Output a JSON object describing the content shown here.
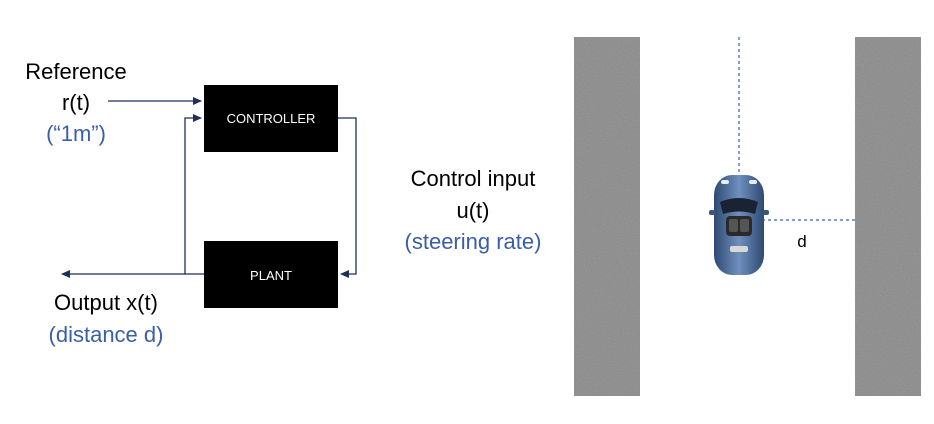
{
  "block_diagram": {
    "reference_label": "Reference",
    "reference_signal": "r(t)",
    "reference_value": "(“1m”)",
    "controller_label": "CONTROLLER",
    "plant_label": "PLANT",
    "output_label": "Output x(t)",
    "output_description": "(distance d)"
  },
  "control_input": {
    "title": "Control input",
    "signal": "u(t)",
    "description": "(steering rate)"
  },
  "scene": {
    "distance_label": "d",
    "car_color": "#4a6a96",
    "wall_color": "#9a9a9a"
  },
  "colors": {
    "accent_blue": "#3b5ea8",
    "arrow_navy": "#1f2f5a"
  }
}
